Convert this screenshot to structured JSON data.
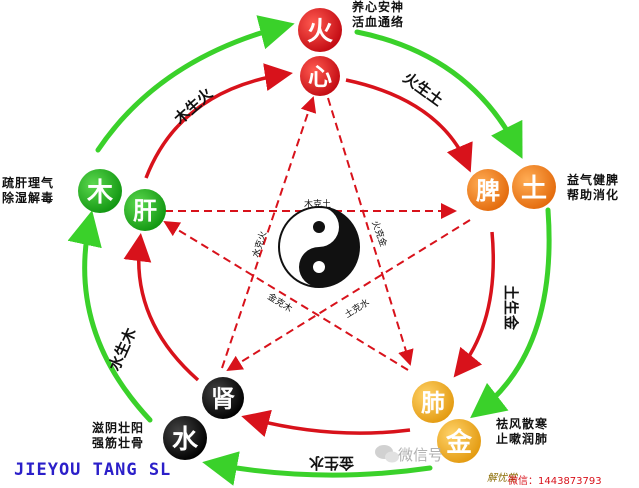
{
  "elements": {
    "fire": {
      "char": "火",
      "organ": "心",
      "color": "#d8121b",
      "note": [
        "养心安神",
        "活血通络"
      ]
    },
    "earth": {
      "char": "土",
      "organ": "脾",
      "color": "#f07b18",
      "note": [
        "益气健脾",
        "帮助消化"
      ]
    },
    "metal": {
      "char": "金",
      "organ": "肺",
      "color": "#f0a91c",
      "note": [
        "祛风散寒",
        "止嗽润肺"
      ]
    },
    "water": {
      "char": "水",
      "organ": "肾",
      "color": "#111111",
      "note": [
        "滋阴壮阳",
        "强筋壮骨"
      ]
    },
    "wood": {
      "char": "木",
      "organ": "肝",
      "color": "#1aa617",
      "note": [
        "疏肝理气",
        "除湿解毒"
      ]
    }
  },
  "generating": {
    "wood_fire": "木生火",
    "fire_earth": "火生土",
    "earth_metal": "土生金",
    "metal_water": "金生水",
    "water_wood": "水生木"
  },
  "controlling": {
    "wood_earth": "木克土",
    "fire_metal": "火克金",
    "earth_water": "土克水",
    "metal_wood": "金克木",
    "water_fire": "水克火"
  },
  "colors": {
    "outer_arrow": "#3ad12a",
    "inner_arrow": "#d8121b",
    "star_line": "#d8121b"
  },
  "footer": {
    "brand": "JIEYOU TANG SL",
    "watermark": "微信号",
    "wechat": "微信：1443873793",
    "signature": "解忧堂"
  }
}
